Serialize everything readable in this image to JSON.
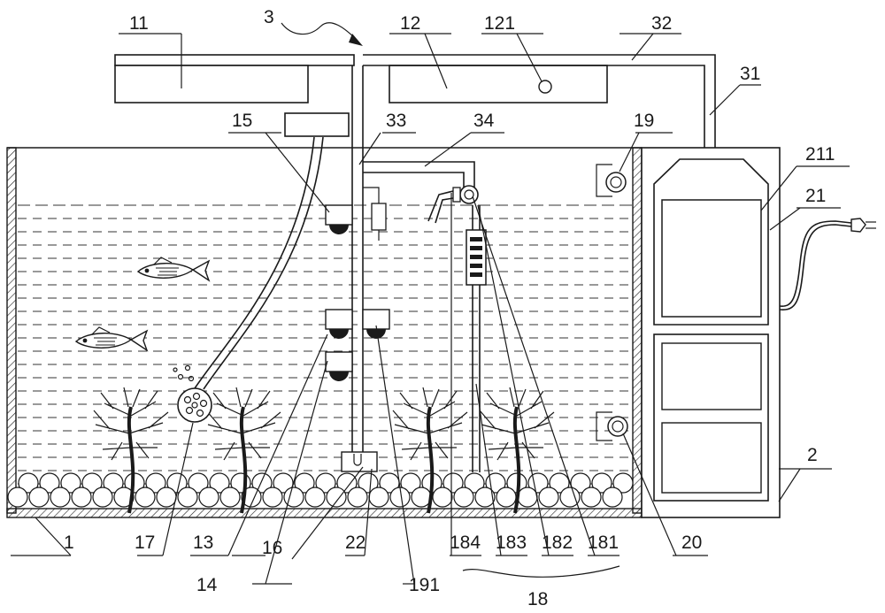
{
  "labels": {
    "l_1": "1",
    "l_2": "2",
    "l_3": "3",
    "l_11": "11",
    "l_12": "12",
    "l_121": "121",
    "l_13": "13",
    "l_14": "14",
    "l_15": "15",
    "l_16": "16",
    "l_17": "17",
    "l_18": "18",
    "l_181": "181",
    "l_182": "182",
    "l_183": "183",
    "l_184": "184",
    "l_19": "19",
    "l_191": "191",
    "l_20": "20",
    "l_21": "21",
    "l_211": "211",
    "l_22": "22",
    "l_31": "31",
    "l_32": "32",
    "l_33": "33",
    "l_34": "34"
  },
  "icons": [
    "fish-icon",
    "plant-icon",
    "pebble-icon",
    "plug-icon",
    "air-stone-icon",
    "light-bulb-icon"
  ]
}
